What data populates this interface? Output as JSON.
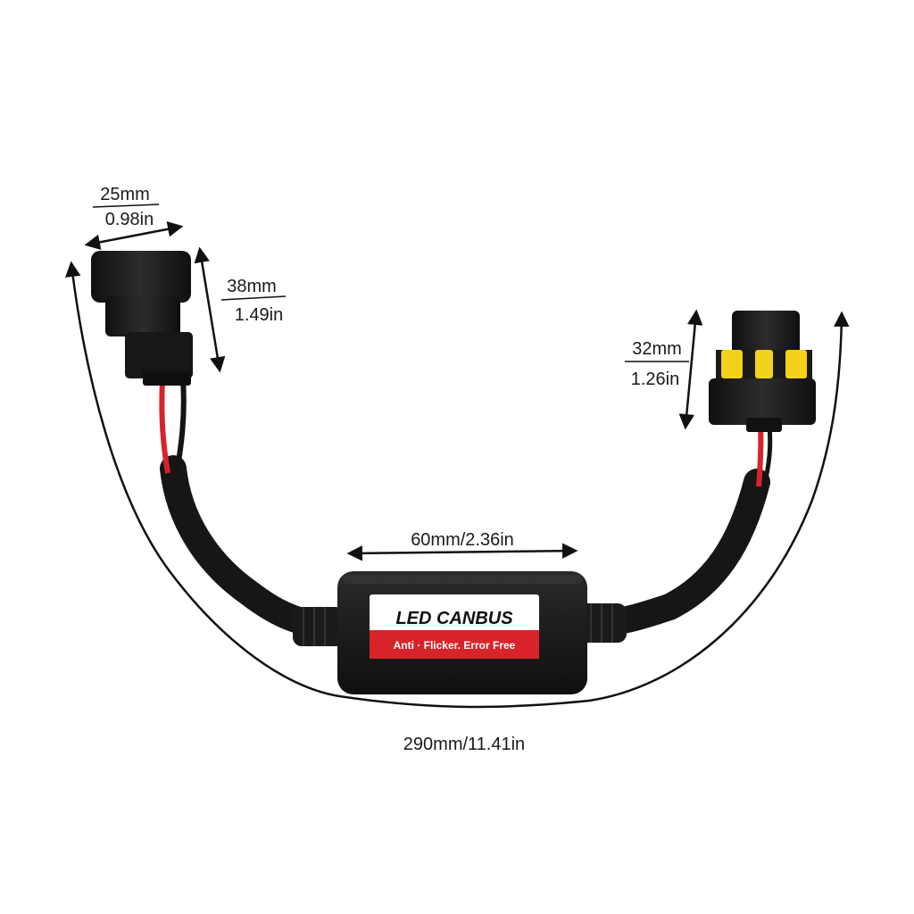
{
  "product": {
    "label_title": "LED CANBUS",
    "label_subtitle": "Anti · Flicker. Error Free"
  },
  "dimensions": {
    "left_width_mm": "25mm",
    "left_width_in": "0.98in",
    "left_height_mm": "38mm",
    "left_height_in": "1.49in",
    "right_height_mm": "32mm",
    "right_height_in": "1.26in",
    "module_length": "60mm/2.36in",
    "total_length": "290mm/11.41in"
  },
  "colors": {
    "cable": "#161616",
    "body": "#1c1c1c",
    "red_wire": "#d8232a",
    "yellow_seal": "#f2d21b",
    "label_red": "#d8232a"
  }
}
